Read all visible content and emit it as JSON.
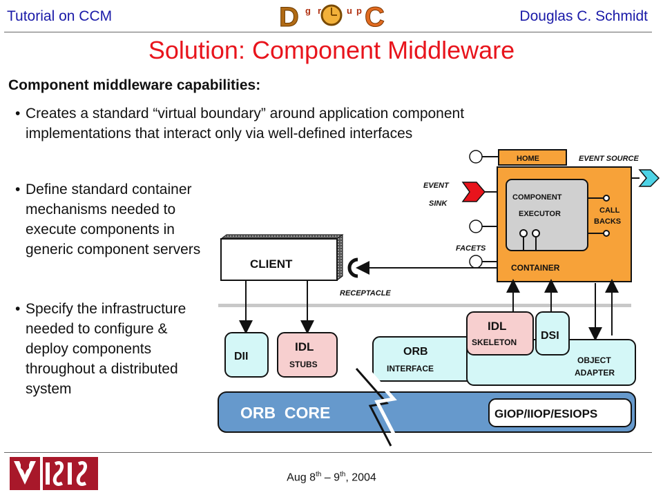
{
  "header": {
    "left": "Tutorial on CCM",
    "right": "Douglas C. Schmidt",
    "logo": {
      "letters": [
        "D",
        "g",
        "r",
        "o",
        "u",
        "p",
        "C"
      ]
    }
  },
  "title": "Solution: Component Middleware",
  "subtitle": "Component middleware capabilities:",
  "bullets": [
    "Creates a standard “virtual boundary” around application component implementations that interact only via well-defined interfaces",
    "Define standard container mechanisms needed to execute components in generic component servers",
    "Specify the infrastructure needed to configure & deploy components throughout a distributed system"
  ],
  "diagram": {
    "home": "HOME",
    "event_source": "EVENT SOURCE",
    "event_sink_1": "EVENT",
    "event_sink_2": "SINK",
    "component_executor_1": "COMPONENT",
    "component_executor_2": "EXECUTOR",
    "callbacks_1": "CALL",
    "callbacks_2": "BACKS",
    "facets": "FACETS",
    "container": "CONTAINER",
    "client": "CLIENT",
    "receptacle": "RECEPTACLE",
    "dii": "DII",
    "idl_stubs_1": "IDL",
    "idl_stubs_2": "STUBS",
    "orb_interface_1": "ORB",
    "orb_interface_2": "INTERFACE",
    "idl_skeleton_1": "IDL",
    "idl_skeleton_2": "SKELETON",
    "dsi": "DSI",
    "object_adapter_1": "OBJECT",
    "object_adapter_2": "ADAPTER",
    "orb_core": "ORB  CORE",
    "giop": "GIOP/IIOP/ESIOPS"
  },
  "footer": {
    "main": "Aug 8",
    "sup1": "th",
    "mid": " – 9",
    "sup2": "th",
    "end": ", 2004"
  },
  "colors": {
    "title": "#e8141c",
    "header": "#1a1aa8",
    "orange": "#f7a239",
    "cyan": "#d4f7f7",
    "pink": "#f7cfcf",
    "blue": "#6699cc",
    "red": "#e8141c"
  }
}
